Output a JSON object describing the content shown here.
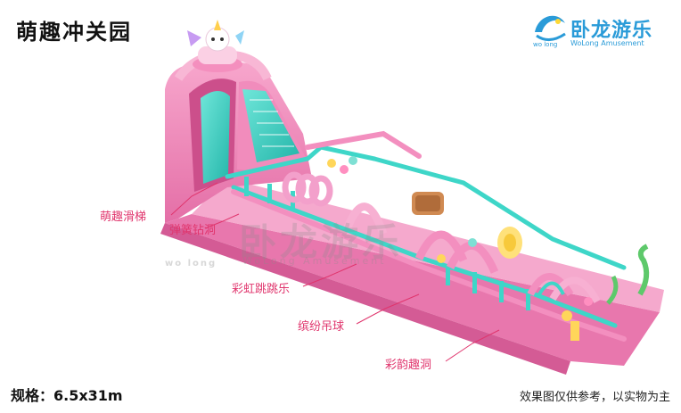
{
  "title": "萌趣冲关园",
  "brand": {
    "name": "卧龙游乐",
    "subtitle": "WoLong Amusement",
    "subtitle_left": "wo long"
  },
  "watermark": {
    "name": "卧龙游乐",
    "subtitle": "WoLong Amusement",
    "subtitle_left": "wo long"
  },
  "callouts": [
    {
      "label": "萌趣滑梯"
    },
    {
      "label": "弹簧钻洞"
    },
    {
      "label": "彩虹跳跳乐"
    },
    {
      "label": "缤纷吊球"
    },
    {
      "label": "彩韵趣洞"
    }
  ],
  "spec": "规格：6.5x31m",
  "disclaimer": "效果图仅供参考，以实物为主",
  "colors": {
    "pink": "#f38fbf",
    "pink_dark": "#e1659f",
    "pink_light": "#fbc3dc",
    "teal": "#3ed6c8",
    "teal_dark": "#21b3a8",
    "label": "#e0356d",
    "brand": "#2a9bd8"
  },
  "icons": [
    "unicorn-mascot-icon",
    "dragon-logo-icon"
  ]
}
